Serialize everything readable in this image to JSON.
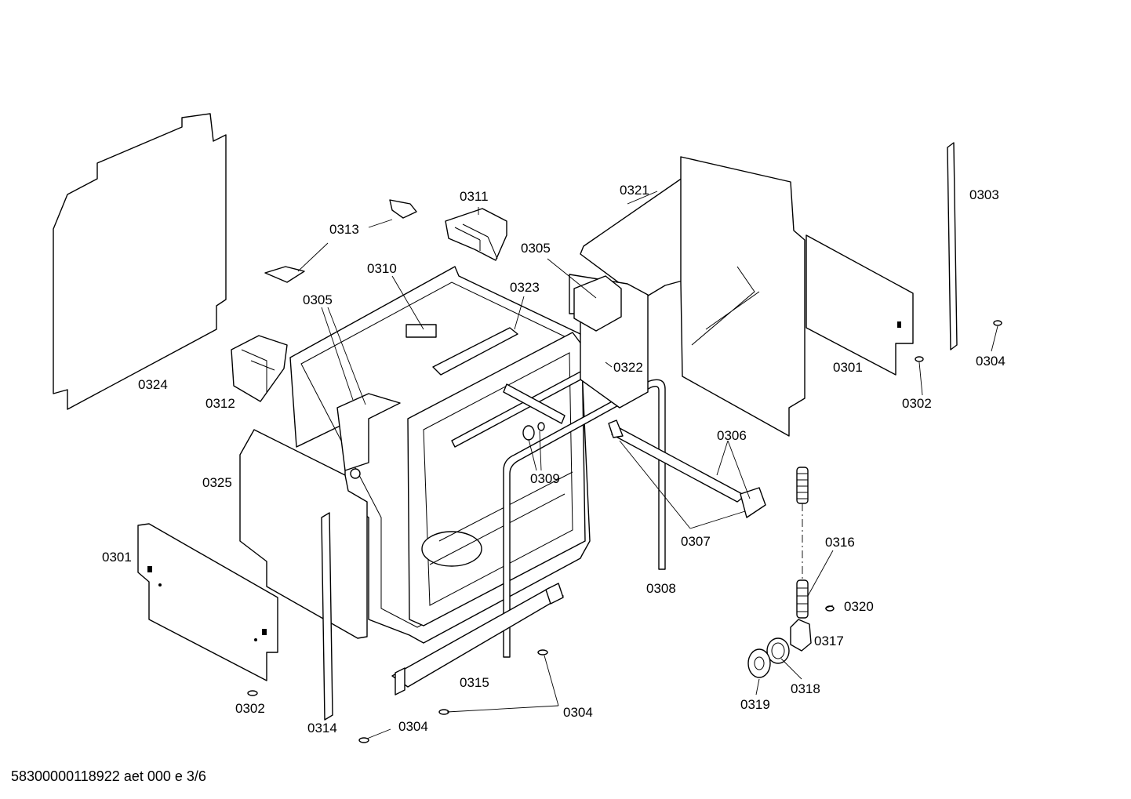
{
  "labels": [
    "0324",
    "0313",
    "0311",
    "0310",
    "0305",
    "0323",
    "0312",
    "0305",
    "0321",
    "0303",
    "0301",
    "0304",
    "0322",
    "0302",
    "0306",
    "0309",
    "0325",
    "0307",
    "0316",
    "0301",
    "0308",
    "0320",
    "0317",
    "0318",
    "0315",
    "0302",
    "0304",
    "0319",
    "0314",
    "0304"
  ],
  "footer": "58300000118922 aet 000 e 3/6"
}
